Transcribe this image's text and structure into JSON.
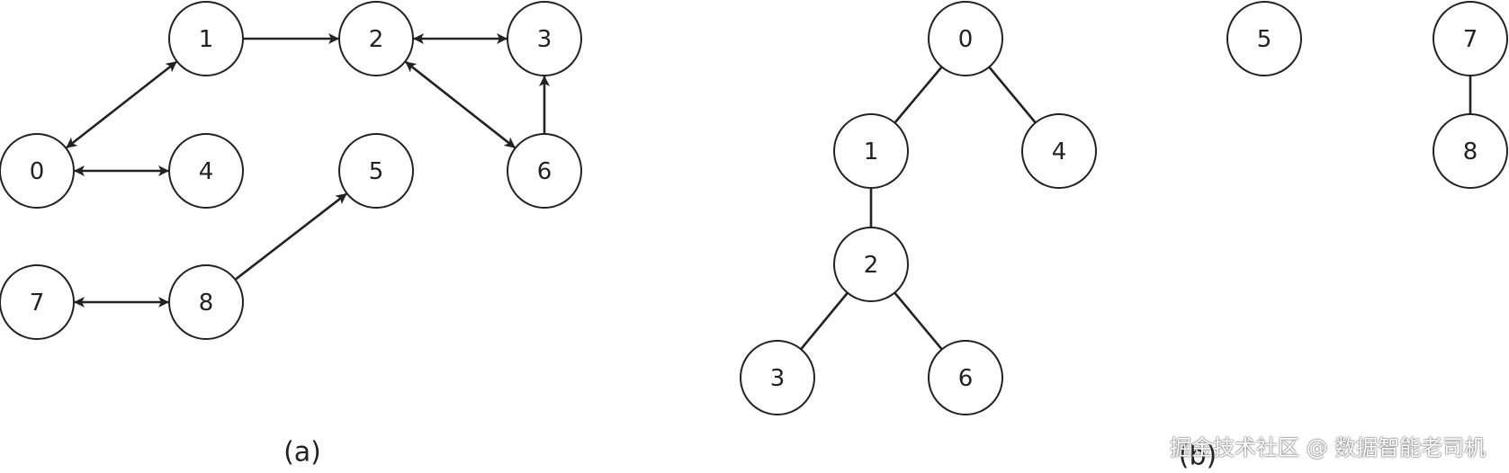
{
  "panel_a": {
    "caption": "(a)",
    "nodes": [
      "0",
      "1",
      "2",
      "3",
      "4",
      "5",
      "6",
      "7",
      "8"
    ],
    "edges": [
      {
        "from": "1",
        "to": "2",
        "direction": "forward"
      },
      {
        "from": "2",
        "to": "3",
        "direction": "both"
      },
      {
        "from": "0",
        "to": "1",
        "direction": "both"
      },
      {
        "from": "0",
        "to": "4",
        "direction": "both"
      },
      {
        "from": "6",
        "to": "2",
        "direction": "both"
      },
      {
        "from": "6",
        "to": "3",
        "direction": "forward"
      },
      {
        "from": "8",
        "to": "5",
        "direction": "forward"
      },
      {
        "from": "7",
        "to": "8",
        "direction": "both"
      }
    ]
  },
  "panel_b": {
    "caption": "(b)",
    "nodes": [
      "0",
      "1",
      "4",
      "2",
      "3",
      "6",
      "5",
      "7",
      "8"
    ],
    "edges": [
      {
        "from": "0",
        "to": "1"
      },
      {
        "from": "0",
        "to": "4"
      },
      {
        "from": "1",
        "to": "2"
      },
      {
        "from": "2",
        "to": "3"
      },
      {
        "from": "2",
        "to": "6"
      },
      {
        "from": "7",
        "to": "8"
      }
    ]
  },
  "watermark": "掘金技术社区 @ 数据智能老司机",
  "colors": {
    "stroke": "#222222",
    "fill": "#ffffff"
  }
}
